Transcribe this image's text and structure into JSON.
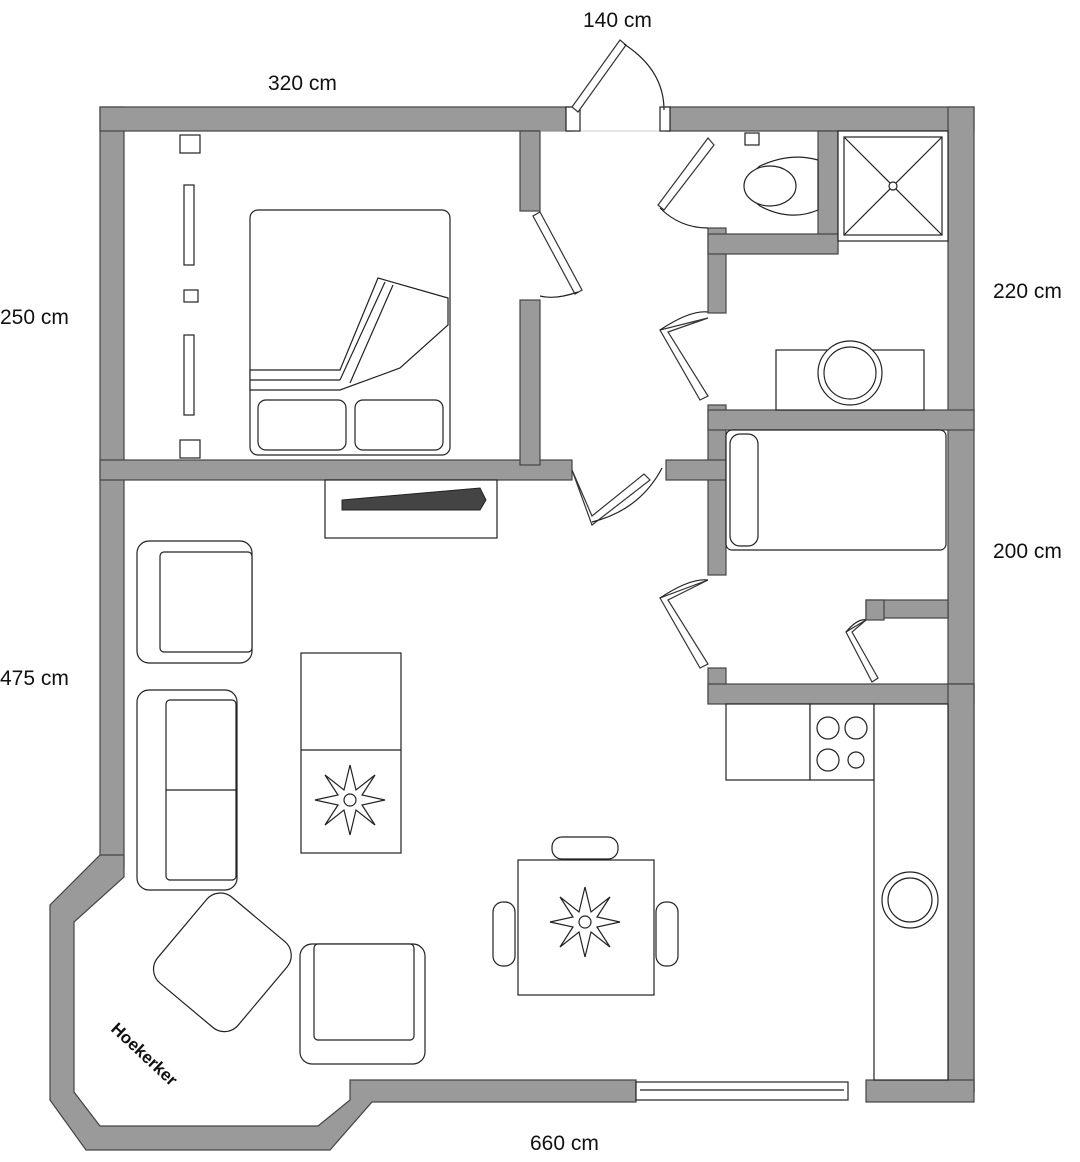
{
  "dimensions": {
    "door_width": "140 cm",
    "bedroom_width": "320 cm",
    "bedroom_depth": "250 cm",
    "living_depth": "475 cm",
    "bathroom_depth": "220 cm",
    "second_bedroom_depth": "200 cm",
    "total_width": "660 cm"
  },
  "labels": {
    "bay_window": "Hoekerker"
  },
  "colors": {
    "wall_fill": "#9a9a9a",
    "wall_stroke": "#444444",
    "line": "#222222",
    "text": "#111111"
  }
}
